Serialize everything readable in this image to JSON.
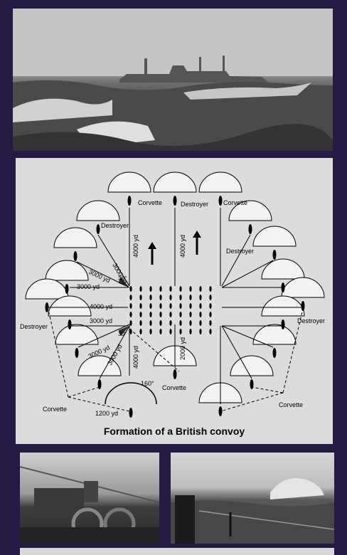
{
  "diagram": {
    "title": "Formation of a British convoy",
    "labels": {
      "corvette": "Corvette",
      "destroyer": "Destroyer",
      "d4000": "4000 yd",
      "d3000": "3000 yd",
      "d2000": "2000 yd",
      "d1200": "1200 yd",
      "a30": "30°",
      "a160": "160°"
    }
  }
}
